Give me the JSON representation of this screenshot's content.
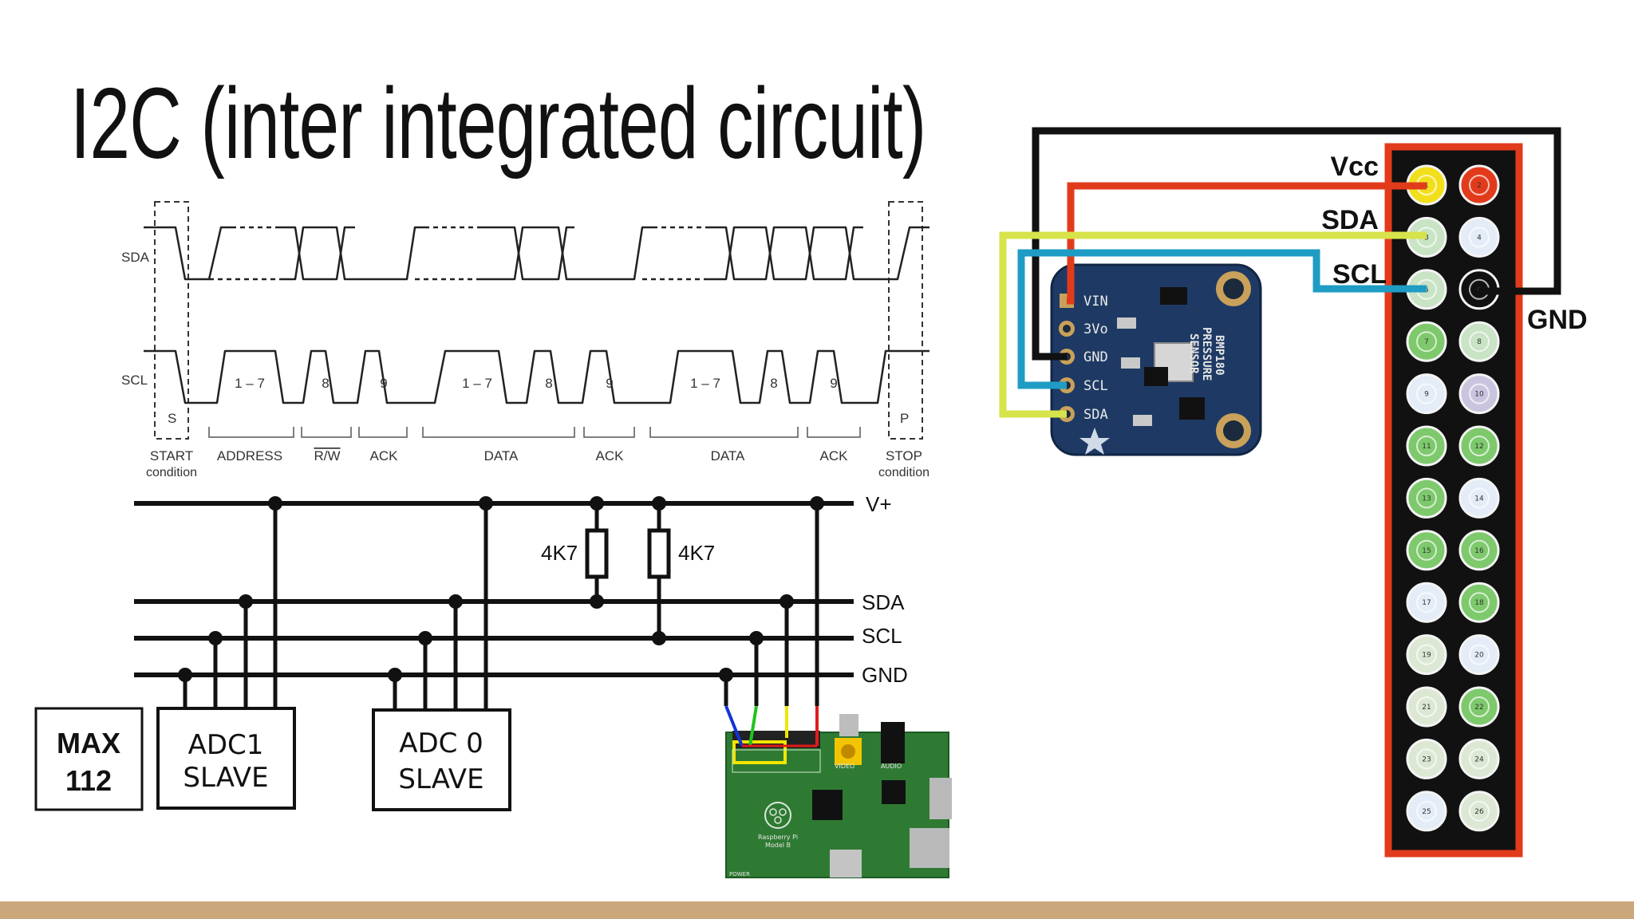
{
  "title": "I2C (inter integrated circuit)",
  "timing": {
    "sda": "SDA",
    "scl": "SCL",
    "start_marker": "S",
    "stop_marker": "P",
    "clock_groups": [
      "1 – 7",
      "8",
      "9",
      "1 – 7",
      "8",
      "9",
      "1 – 7",
      "8",
      "9"
    ],
    "phases": [
      {
        "name": "START",
        "sub": "condition"
      },
      {
        "name": "ADDRESS",
        "sub": ""
      },
      {
        "name": "R/W",
        "sub": ""
      },
      {
        "name": "ACK",
        "sub": ""
      },
      {
        "name": "DATA",
        "sub": ""
      },
      {
        "name": "ACK",
        "sub": ""
      },
      {
        "name": "DATA",
        "sub": ""
      },
      {
        "name": "ACK",
        "sub": ""
      },
      {
        "name": "STOP",
        "sub": "condition"
      }
    ]
  },
  "bus": {
    "lines": [
      "V+",
      "SDA",
      "SCL",
      "GND"
    ],
    "resistors": [
      "4K7",
      "4K7"
    ],
    "devices": [
      {
        "line1": "MAX",
        "line2": "112"
      },
      {
        "line1": "ADC1",
        "line2": "SLAVE"
      },
      {
        "line1": "ADC 0",
        "line2": "SLAVE"
      }
    ],
    "board_labels": [
      "VIDEO",
      "AUDIO",
      "Raspberry Pi",
      "Model B",
      "POWER"
    ]
  },
  "wiring": {
    "header_labels": [
      "Vcc",
      "SDA",
      "SCL",
      "GND"
    ],
    "sensor_pins": [
      "VIN",
      "3Vo",
      "GND",
      "SCL",
      "SDA"
    ],
    "sensor_name": [
      "BMP180",
      "PRESSURE",
      "SENSOR"
    ],
    "wire_colors": {
      "vcc": "#e23b1c",
      "gnd": "#111111",
      "sda": "#d7e34a",
      "scl": "#1e9cc4"
    },
    "header_pins_left": [
      "1",
      "3",
      "5",
      "7",
      "9",
      "11",
      "13",
      "15",
      "17",
      "19",
      "21",
      "23",
      "25"
    ],
    "header_pins_right": [
      "2",
      "4",
      "6",
      "8",
      "10",
      "12",
      "14",
      "16",
      "18",
      "20",
      "22",
      "24",
      "26"
    ],
    "pin_colors_left": [
      "#f2df1c",
      "#c9e3c5",
      "#c9e3c5",
      "#7dc96c",
      "#e4ecf7",
      "#7dc96c",
      "#7dc96c",
      "#7dc96c",
      "#e4ecf7",
      "#dde8d4",
      "#dde8d4",
      "#dde8d4",
      "#e4ecf7"
    ],
    "pin_colors_right": [
      "#e23b1c",
      "#e4ecf7",
      "#111111",
      "#c9e3c5",
      "#cbc4df",
      "#7dc96c",
      "#e4ecf7",
      "#7dc96c",
      "#7dc96c",
      "#e4ecf7",
      "#7dc96c",
      "#dde8d4",
      "#dde8d4"
    ]
  }
}
